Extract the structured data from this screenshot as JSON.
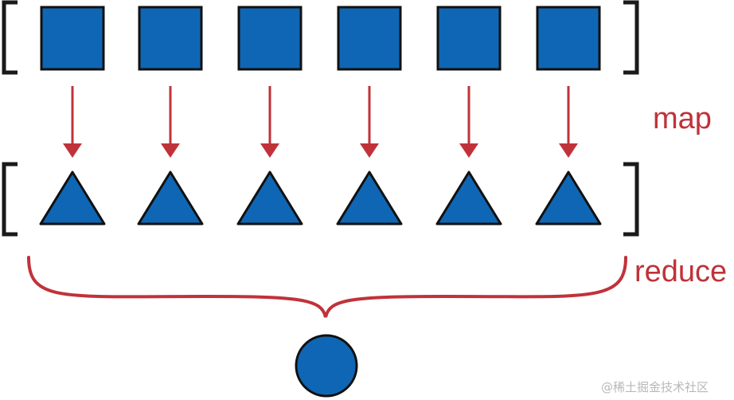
{
  "diagram": {
    "input_items": [
      {
        "shape": "square"
      },
      {
        "shape": "square"
      },
      {
        "shape": "square"
      },
      {
        "shape": "square"
      },
      {
        "shape": "square"
      },
      {
        "shape": "square"
      }
    ],
    "mapped_items": [
      {
        "shape": "triangle"
      },
      {
        "shape": "triangle"
      },
      {
        "shape": "triangle"
      },
      {
        "shape": "triangle"
      },
      {
        "shape": "triangle"
      },
      {
        "shape": "triangle"
      }
    ],
    "result_item": {
      "shape": "circle"
    },
    "map_label": "map",
    "reduce_label": "reduce",
    "watermark": "@稀土掘金技术社区"
  },
  "colors": {
    "shape_fill": "#0f66b4",
    "shape_stroke": "#111111",
    "accent": "#c0323a",
    "bracket": "#1a1a1a",
    "watermark": "#b8b8b8"
  }
}
